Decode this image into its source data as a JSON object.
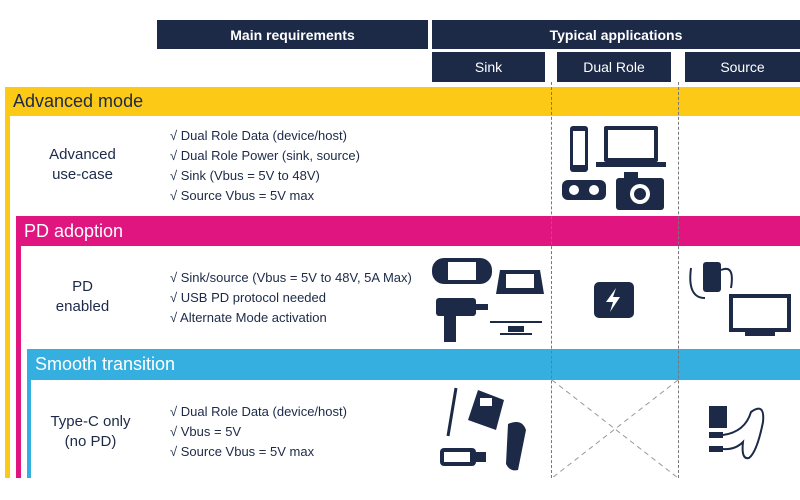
{
  "header": {
    "main_requirements": "Main requirements",
    "typical_applications": "Typical applications",
    "columns": [
      "Sink",
      "Dual Role",
      "Source"
    ]
  },
  "colors": {
    "navy": "#1c2a48",
    "advanced": "#fcc916",
    "pd": "#e0157f",
    "smooth": "#35aee0"
  },
  "rows": [
    {
      "band": "Advanced mode",
      "label": [
        "Advanced",
        "use-case"
      ],
      "requirements": [
        "√ Dual Role Data (device/host)",
        "√ Dual Role Power (sink, source)",
        "√ Sink (Vbus = 5V to 48V)",
        "√ Source Vbus = 5V max"
      ],
      "icons": {
        "dual_role": [
          "smartphone-icon",
          "laptop-icon",
          "speaker-icon",
          "camera-icon"
        ]
      }
    },
    {
      "band": "PD adoption",
      "label": [
        "PD",
        "enabled"
      ],
      "requirements": [
        "√ Sink/source (Vbus = 5V to 48V, 5A Max)",
        "√ USB PD protocol needed",
        "√ Alternate Mode activation"
      ],
      "icons": {
        "sink": [
          "game-console-icon",
          "router-icon",
          "drill-icon",
          "drone-icon"
        ],
        "dual_role": [
          "power-bank-icon"
        ],
        "source": [
          "power-adapter-icon",
          "monitor-icon"
        ]
      }
    },
    {
      "band": "Smooth transition",
      "label": [
        "Type-C only",
        "(no PD)"
      ],
      "requirements": [
        "√ Dual Role Data (device/host)",
        "√ Vbus = 5V",
        "√ Source Vbus = 5V max"
      ],
      "icons": {
        "sink": [
          "e-cigarette-icon",
          "payment-terminal-icon",
          "usb-stick-icon",
          "shaver-icon"
        ],
        "dual_role": [
          "not-applicable-cross"
        ],
        "source": [
          "charger-cable-icon"
        ]
      }
    }
  ]
}
